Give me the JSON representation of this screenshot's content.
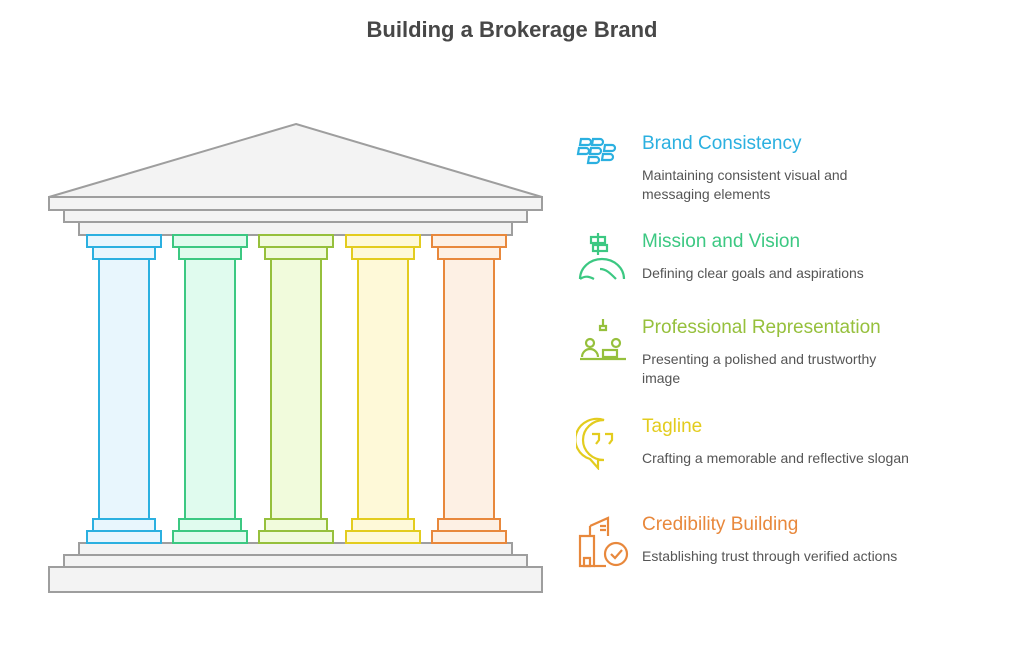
{
  "title": "Building a Brokerage Brand",
  "pillars": [
    {
      "name": "Brand Consistency",
      "description": "Maintaining consistent visual and messaging elements",
      "color": "#2BB0E0",
      "fill": "#E8F6FD",
      "icon": "blackberry-dots-icon"
    },
    {
      "name": "Mission and Vision",
      "description": "Defining clear goals and aspirations",
      "color": "#3CC882",
      "fill": "#E0FBEE",
      "icon": "signpost-hill-icon"
    },
    {
      "name": "Professional Representation",
      "description": "Presenting a polished and trustworthy image",
      "color": "#96C03C",
      "fill": "#F1FBDC",
      "icon": "meeting-people-icon"
    },
    {
      "name": "Tagline",
      "description": "Crafting a memorable and reflective slogan",
      "color": "#E3CC1E",
      "fill": "#FEF9D8",
      "icon": "quote-bubble-icon"
    },
    {
      "name": "Credibility Building",
      "description": "Establishing trust through verified actions",
      "color": "#E8883C",
      "fill": "#FDF0E4",
      "icon": "building-check-icon"
    }
  ],
  "structure_color": "#9E9E9E",
  "structure_fill": "#F3F3F3"
}
